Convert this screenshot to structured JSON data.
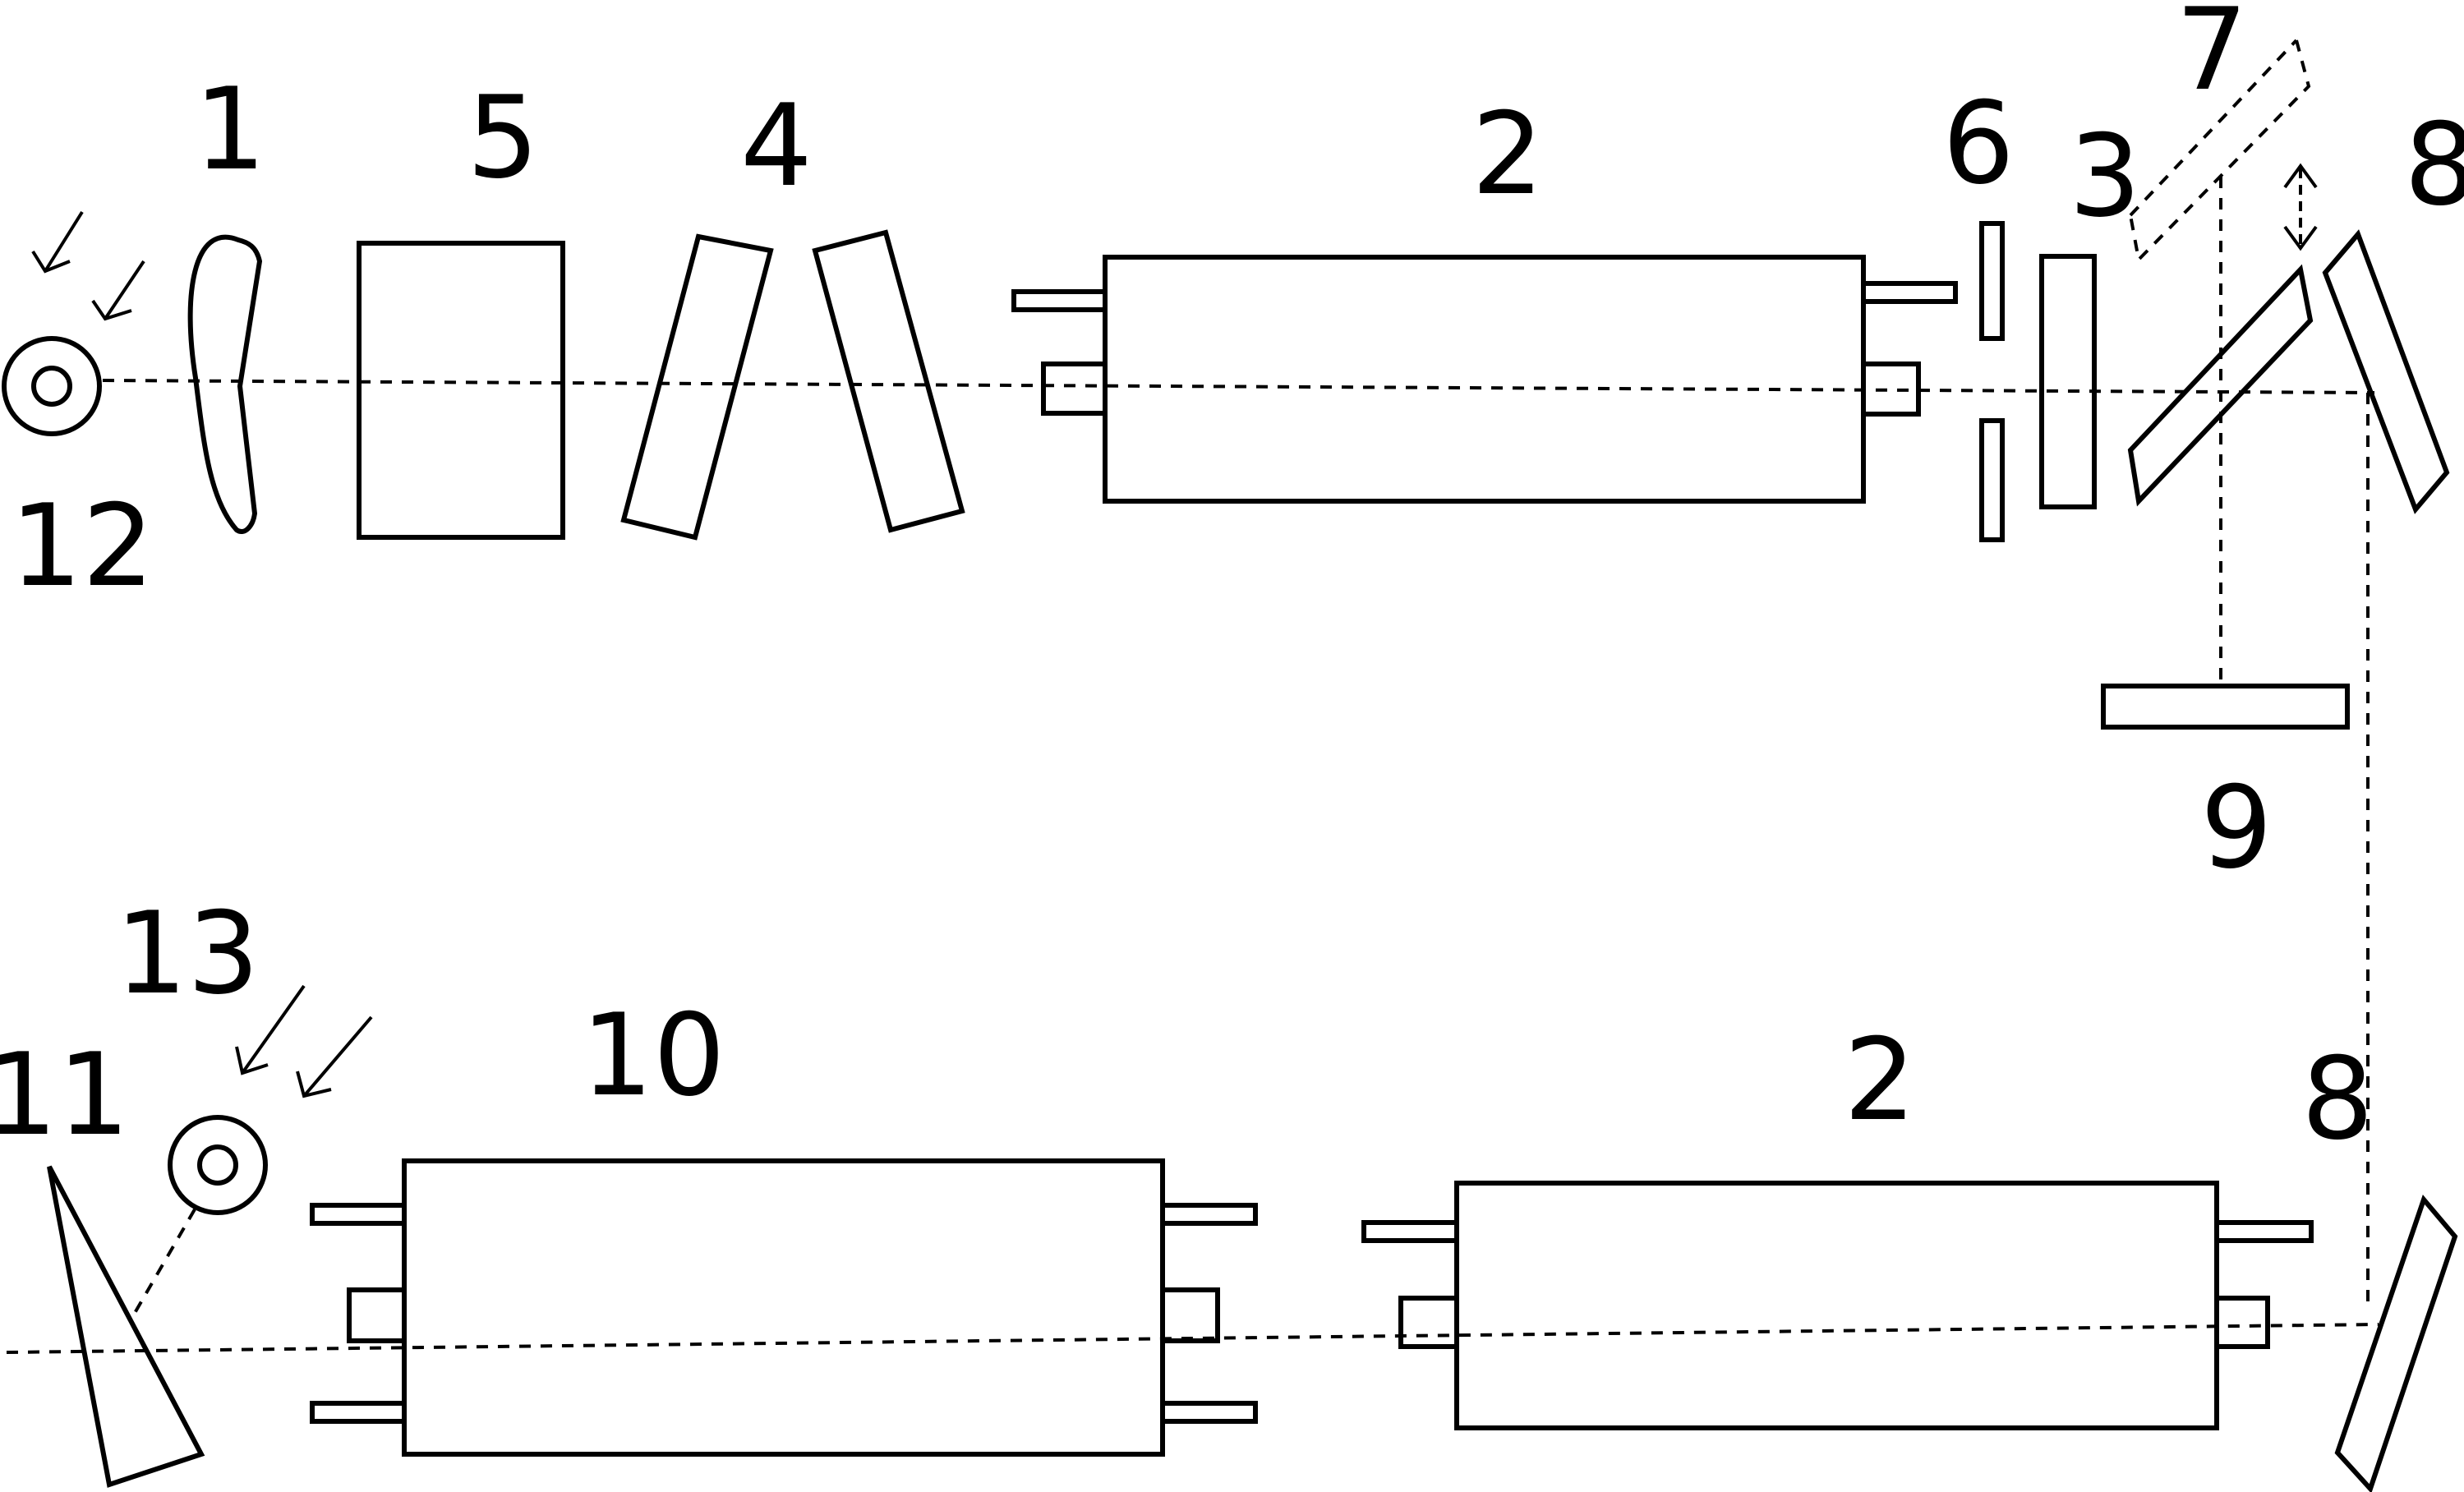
{
  "diagram": {
    "labels": {
      "l1": "1",
      "l2a": "2",
      "l2b": "2",
      "l3": "3",
      "l4": "4",
      "l5": "5",
      "l6": "6",
      "l7": "7",
      "l8a": "8",
      "l8b": "8",
      "l9": "9",
      "l10": "10",
      "l11": "11",
      "l12": "12",
      "l13": "13"
    }
  },
  "colors": {
    "stroke": "#000000",
    "background": "#ffffff"
  }
}
